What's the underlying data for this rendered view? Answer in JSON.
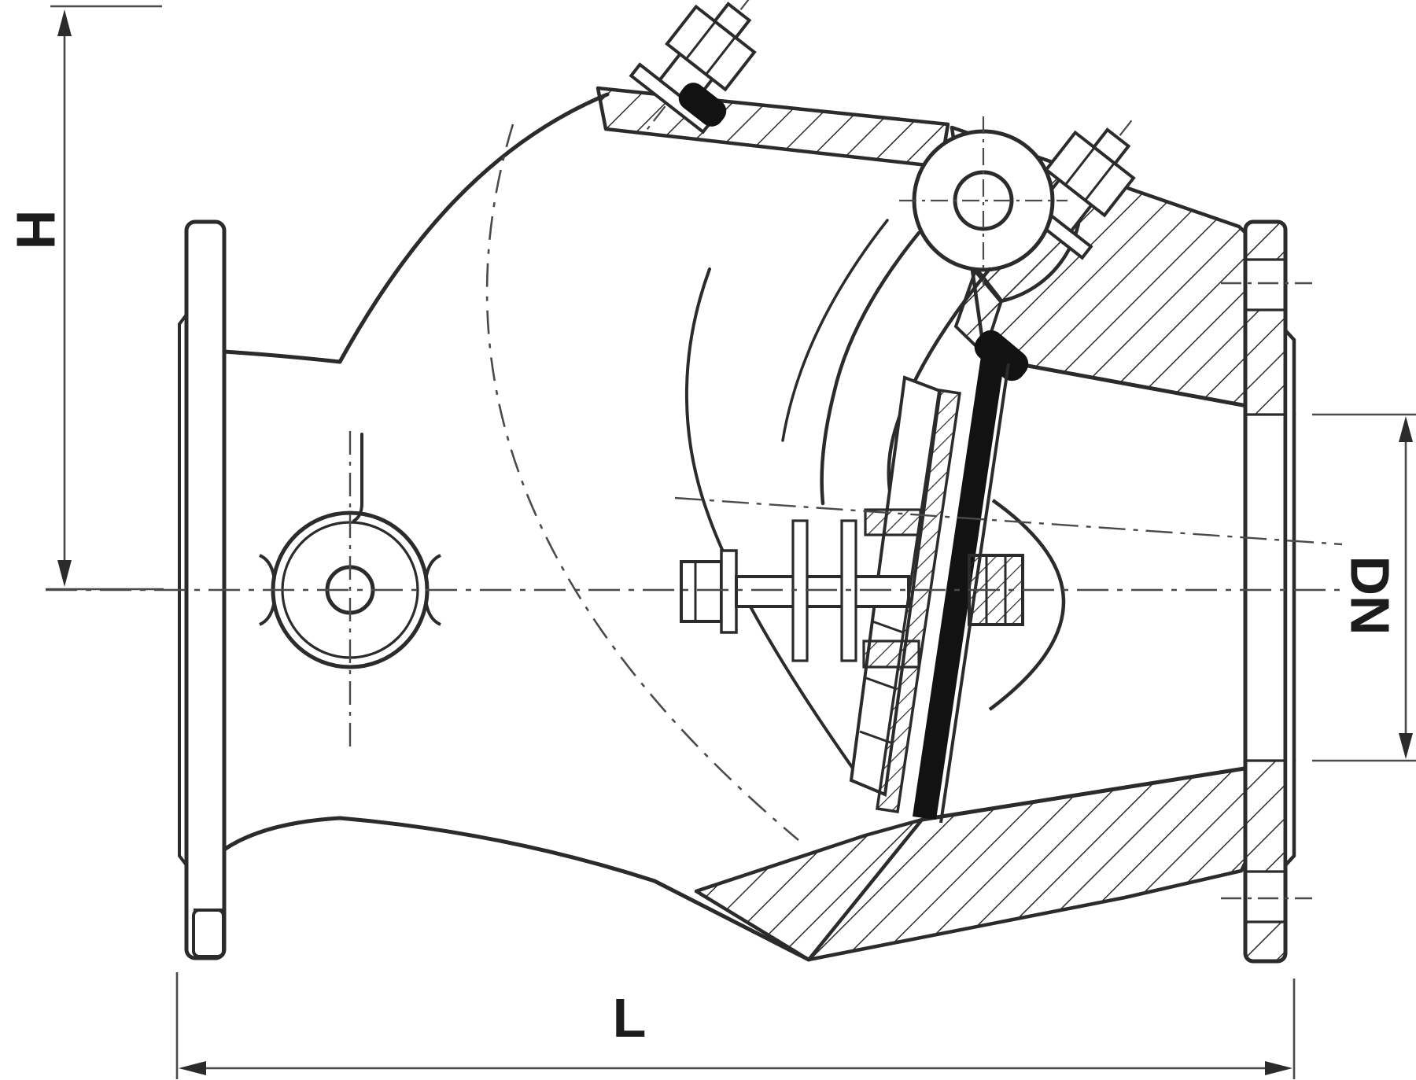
{
  "drawing": {
    "kind": "swing-check-valve-section",
    "labels": {
      "height": "H",
      "diameter": "DN",
      "length": "L"
    },
    "line_color": "#2b2b2b",
    "dim_color": "#4a4a4a",
    "seal_color": "#121212",
    "background": "#ffffff",
    "components": [
      "inlet-flange",
      "raised-face",
      "valve-body",
      "side-boss",
      "bonnet-cover",
      "cover-bolt",
      "hinge-pin-boss",
      "hinge-arm",
      "disc-plate",
      "rubber-seal",
      "disc-bolt",
      "disc-nut",
      "outlet-cone",
      "outlet-flange",
      "centerline",
      "disc-swing-arc"
    ]
  }
}
